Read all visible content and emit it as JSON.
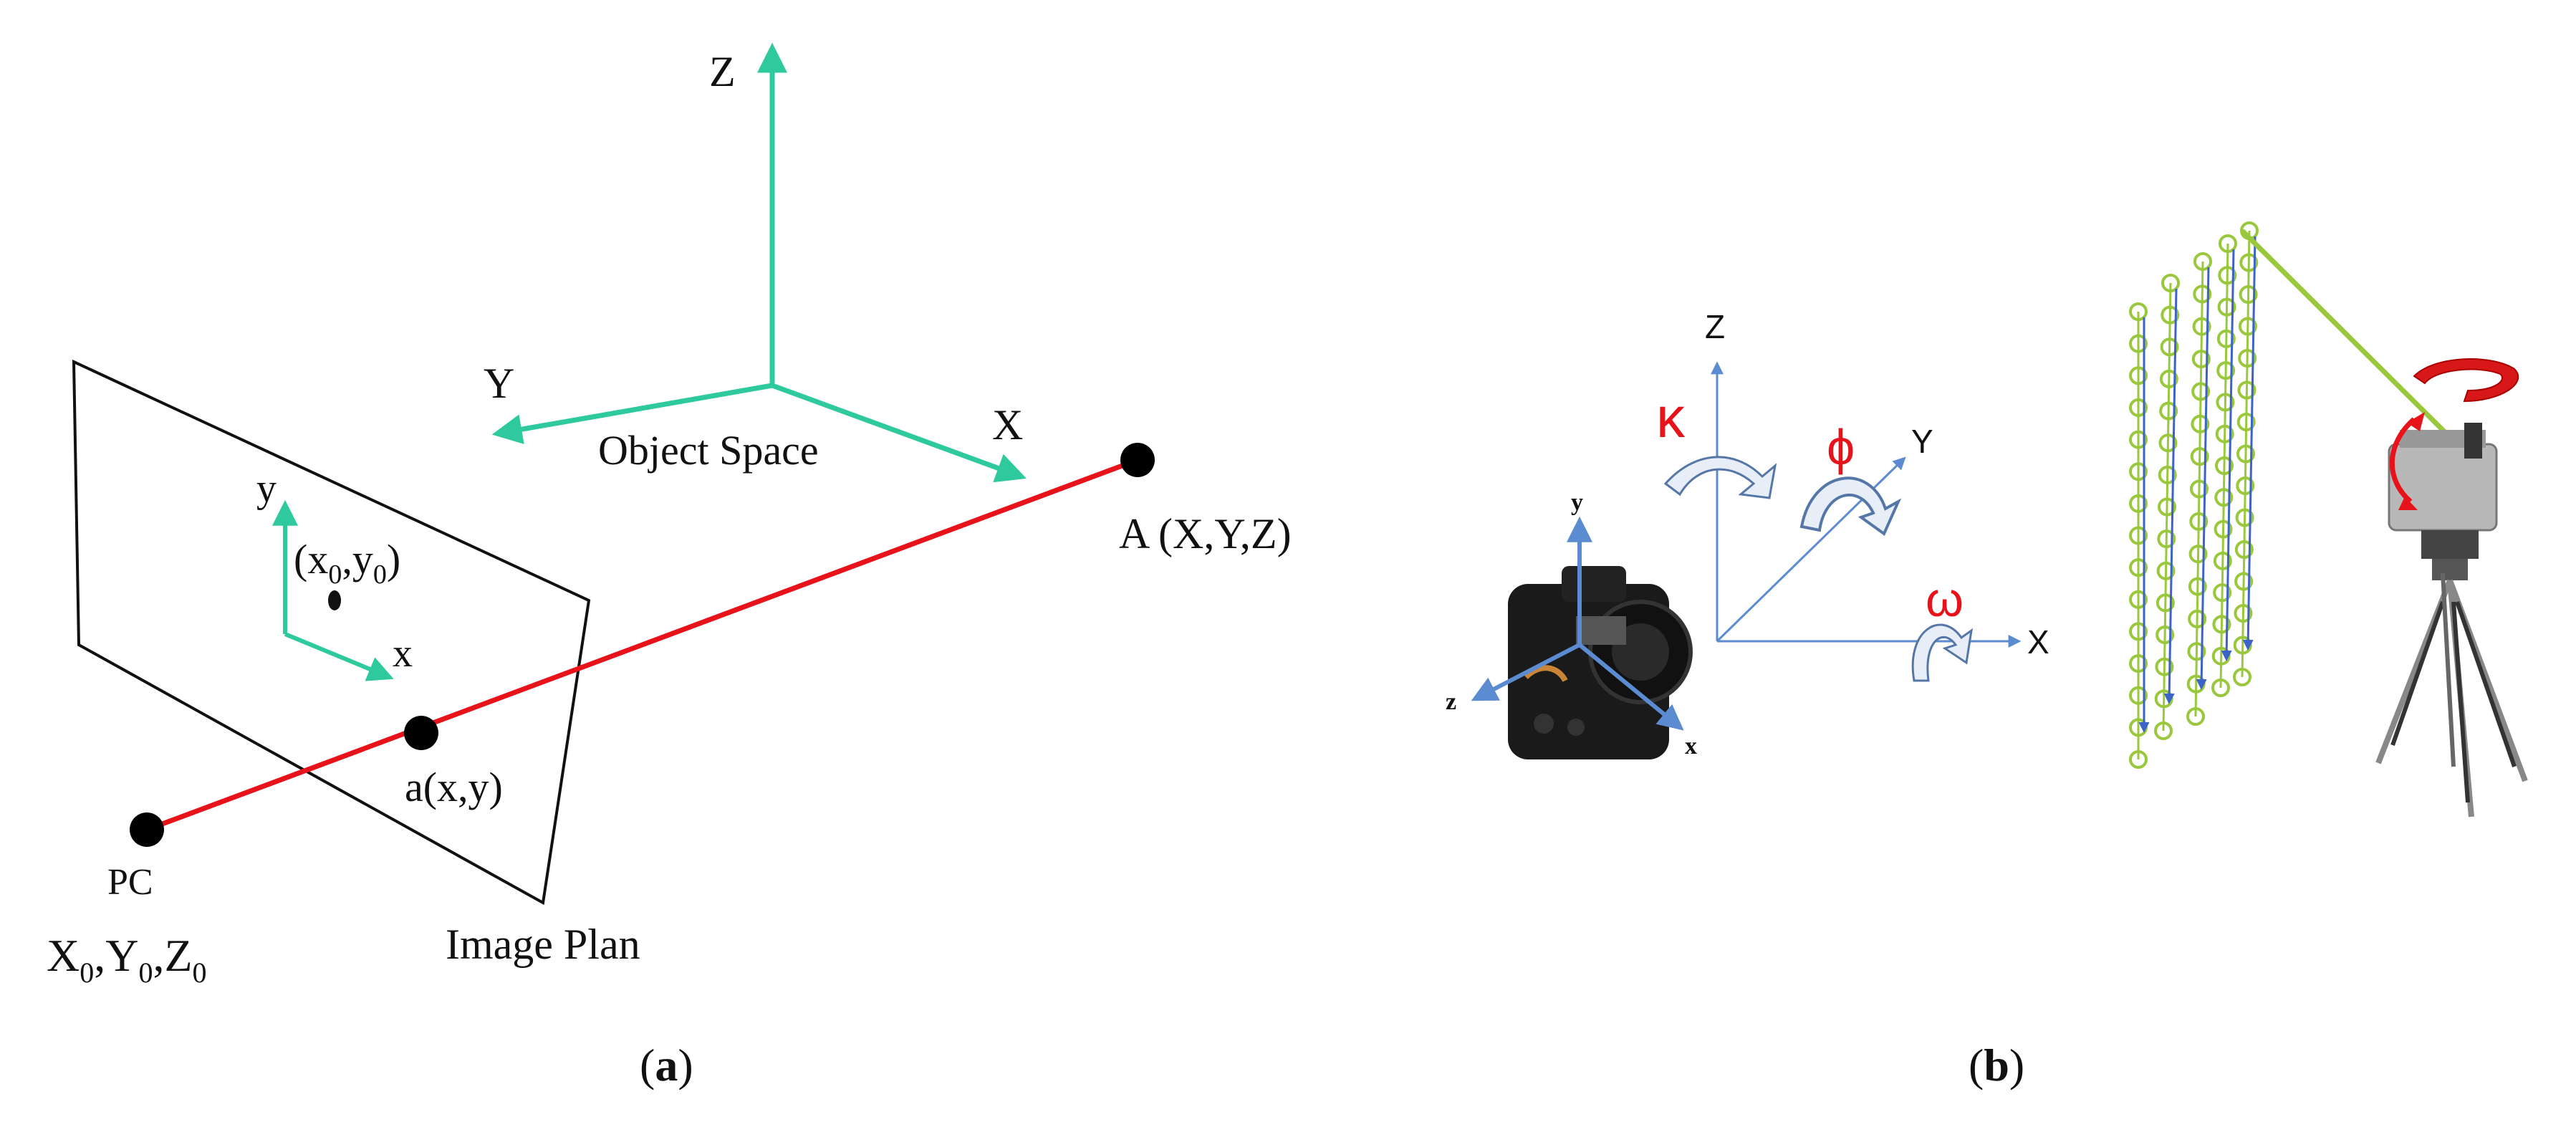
{
  "panel_a": {
    "axis_z": "Z",
    "axis_y": "Y",
    "axis_x": "X",
    "object_space": "Object Space",
    "point_A": "A (X,Y,Z)",
    "image_y": "y",
    "image_x": "x",
    "principal_point": "(x0,y0)",
    "image_point": "a(x,y)",
    "pc_label": "PC",
    "pc_coords": "X0,Y0,Z0",
    "image_plane": "Image Plan",
    "caption": "(a)"
  },
  "panel_b": {
    "axis_z": "Z",
    "axis_y": "Y",
    "axis_x": "X",
    "kappa": "ĸ",
    "phi": "ϕ",
    "omega": "ω",
    "cam_y": "y",
    "cam_x": "x",
    "cam_z": "z",
    "caption": "(b)"
  },
  "colors": {
    "teal": "#2ec99c",
    "red": "#e8121a",
    "blue_axis": "#5b8bd0",
    "rot_arrow": "#5577a8",
    "lime": "#9ac83c",
    "scan_blue": "#3d63c8"
  }
}
